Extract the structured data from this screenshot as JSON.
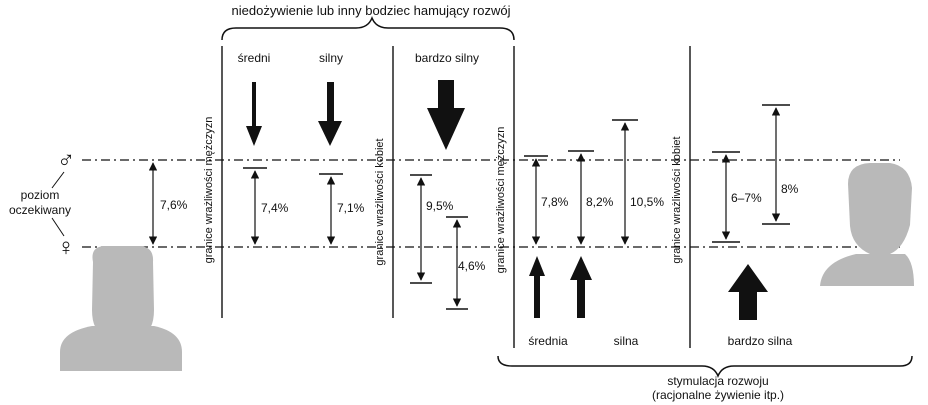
{
  "top_bracket_label": "niedożywienie lub inny bodziec hamujący rozwój",
  "bottom_bracket_label_1": "stymulacja rozwoju",
  "bottom_bracket_label_2": "(racjonalne żywienie itp.)",
  "expected_level_label_1": "poziom",
  "expected_level_label_2": "oczekiwany",
  "male_symbol": "♂",
  "female_symbol": "♀",
  "vertical_labels": {
    "men_1": "granice wrażliwości mężczyzn",
    "women_1": "granice wrażliwości kobiet",
    "men_2": "granice wrażliwości mężczyzn",
    "women_2": "granice wrażliwości kobiet"
  },
  "inhibition": {
    "medium": "średni",
    "strong": "silny",
    "very_strong": "bardzo silny"
  },
  "stimulation": {
    "medium": "średnia",
    "strong": "silna",
    "very_strong": "bardzo silna"
  },
  "values": {
    "expected_gap": "7,6%",
    "inh_medium": "7,4%",
    "inh_strong": "7,1%",
    "inh_very_strong_men": "9,5%",
    "inh_very_strong_women": "4,6%",
    "stim_medium": "7,8%",
    "stim_strong": "8,2%",
    "stim_strong_men": "10,5%",
    "stim_very_strong_women": "6–7%",
    "stim_very_strong_men": "8%"
  },
  "colors": {
    "silhouette": "#b9b9b9",
    "ink": "#111111"
  }
}
